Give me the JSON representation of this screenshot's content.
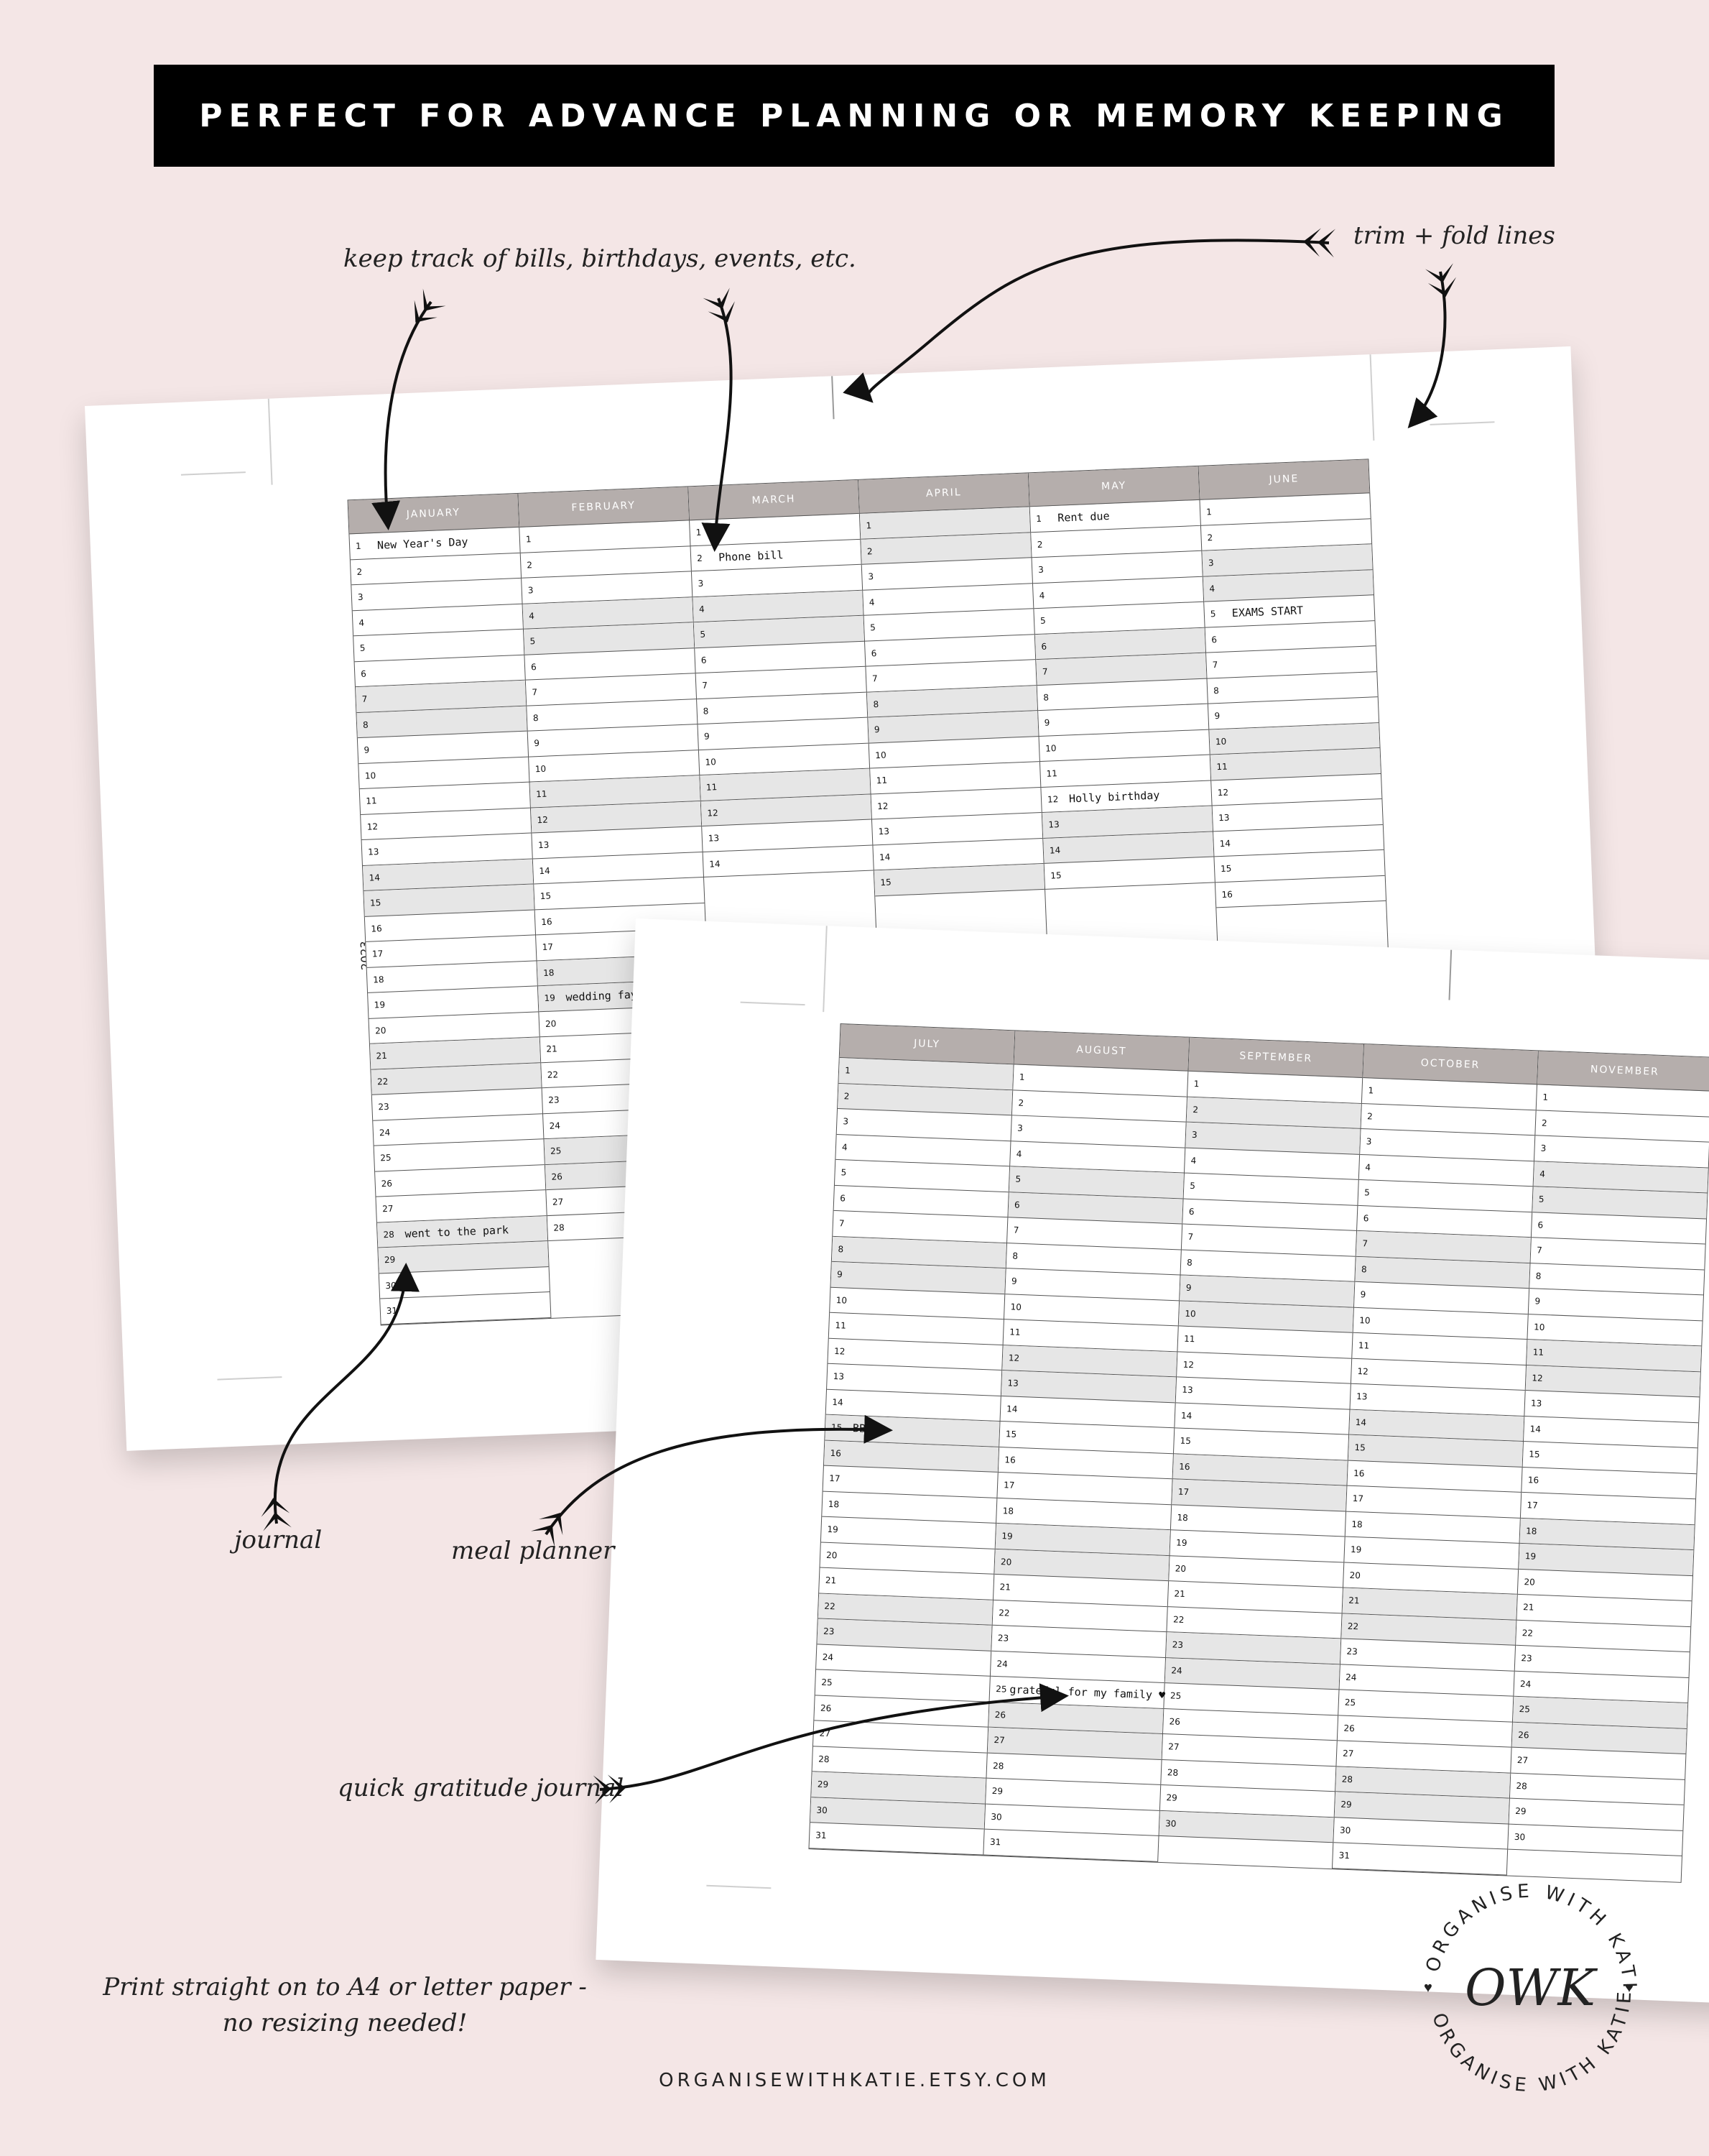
{
  "banner": {
    "title": "PERFECT FOR ADVANCE PLANNING OR MEMORY KEEPING"
  },
  "annotations": {
    "bills": "keep track of bills, birthdays, events, etc.",
    "trim": "trim + fold lines",
    "journal": "journal",
    "meal": "meal planner",
    "gratitude": "quick gratitude journal"
  },
  "print_note": {
    "line1": "Print straight on to A4 or letter paper -",
    "line2": "no resizing needed!"
  },
  "footer": {
    "url": "ORGANISEWITHKATIE.ETSY.COM"
  },
  "logo": {
    "ring_text": "ORGANISE WITH KATIE",
    "monogram": "OWK"
  },
  "sheet1": {
    "year": "2023",
    "months": [
      {
        "name": "JANUARY",
        "days": 31,
        "shaded": [
          7,
          8,
          14,
          15,
          21,
          22,
          28,
          29
        ],
        "entries": {
          "1": "New Year's Day",
          "28": "went to the park"
        }
      },
      {
        "name": "FEBRUARY",
        "days": 28,
        "shaded": [
          4,
          5,
          11,
          12,
          18,
          19,
          25,
          26
        ],
        "entries": {
          "19": "wedding fayre ♥"
        }
      },
      {
        "name": "MARCH",
        "days": 14,
        "shaded": [
          4,
          5,
          11,
          12
        ],
        "entries": {
          "2": "Phone bill"
        }
      },
      {
        "name": "APRIL",
        "days": 15,
        "shaded": [
          1,
          2,
          8,
          9,
          15
        ],
        "entries": {}
      },
      {
        "name": "MAY",
        "days": 15,
        "shaded": [
          6,
          7,
          13,
          14
        ],
        "entries": {
          "1": "Rent due",
          "12": "Holly birthday"
        }
      },
      {
        "name": "JUNE",
        "days": 16,
        "shaded": [
          3,
          4,
          10,
          11
        ],
        "entries": {
          "5": "EXAMS START"
        }
      }
    ]
  },
  "sheet2": {
    "months": [
      {
        "name": "JULY",
        "days": 31,
        "shaded": [
          1,
          2,
          8,
          9,
          15,
          16,
          22,
          23,
          29,
          30
        ],
        "entries": {
          "15": "BBQ"
        }
      },
      {
        "name": "AUGUST",
        "days": 31,
        "shaded": [
          5,
          6,
          12,
          13,
          19,
          20,
          26,
          27
        ],
        "entries": {
          "25": "grateful for my family ♥"
        }
      },
      {
        "name": "SEPTEMBER",
        "days": 30,
        "shaded": [
          2,
          3,
          9,
          10,
          16,
          17,
          23,
          24,
          30
        ],
        "entries": {}
      },
      {
        "name": "OCTOBER",
        "days": 31,
        "shaded": [
          7,
          8,
          14,
          15,
          21,
          22,
          28,
          29
        ],
        "entries": {}
      },
      {
        "name": "NOVEMBER",
        "days": 30,
        "shaded": [
          4,
          5,
          11,
          12,
          18,
          19,
          25,
          26
        ],
        "entries": {}
      }
    ]
  }
}
